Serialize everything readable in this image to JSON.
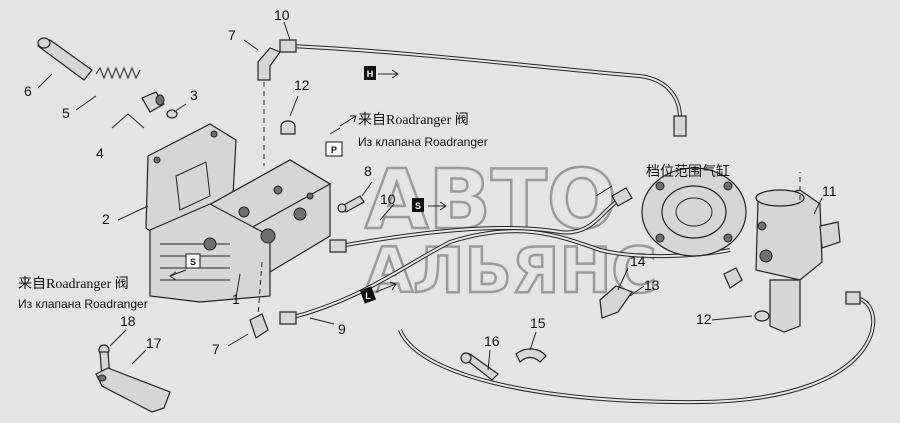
{
  "watermark": {
    "line1": "АВТО",
    "line2": "АЛЬЯНС"
  },
  "labels": {
    "from_valve_cn": "来自Roadranger 阀",
    "from_valve_ru": "Из клапана Roadranger",
    "cylinder_cn": "档位范围气缸"
  },
  "tags": {
    "h": "H",
    "p": "P",
    "s": "S",
    "l": "L"
  },
  "callouts": {
    "c1": "1",
    "c2": "2",
    "c3": "3",
    "c4": "4",
    "c5": "5",
    "c6": "6",
    "c7": "7",
    "c8": "8",
    "c9": "9",
    "c10": "10",
    "c11": "11",
    "c12": "12",
    "c13": "13",
    "c14": "14",
    "c15": "15",
    "c16": "16",
    "c17": "17",
    "c18": "18"
  }
}
